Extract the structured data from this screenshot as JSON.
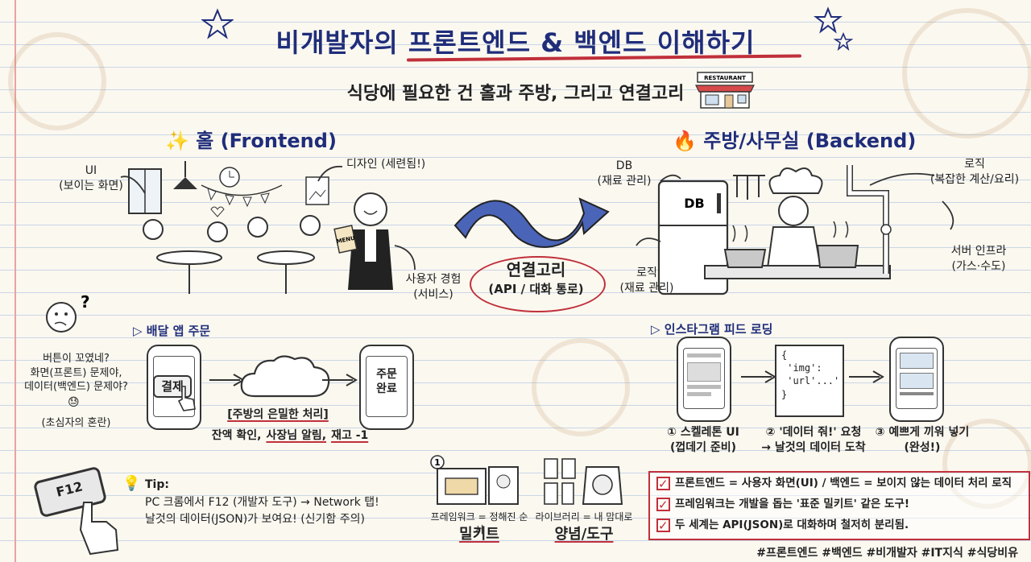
{
  "title": "비개발자의 프론트엔드 & 백엔드 이해하기",
  "subtitle": "식당에 필요한 건 홀과 주방, 그리고 연결고리",
  "restaurant_sign": "RESTAURANT",
  "frontend": {
    "heading": "홀 (Frontend)",
    "ui_label": "UI\n(보이는 화면)",
    "design_label": "디자인 (세련됨!)",
    "ux_label": "사용자 경험\n(서비스)",
    "menu_text": "MENU"
  },
  "backend": {
    "heading": "주방/사무실 (Backend)",
    "db_label": "DB\n(재료 관리)",
    "fridge_text": "DB",
    "logic_top_label": "로직\n(복잡한 계산/요리)",
    "logic_left_label": "로직\n(재료 관리)",
    "infra_label": "서버 인프라\n(가스·수도)"
  },
  "connector": {
    "title": "연결고리",
    "subtitle": "(API / 대화 통로)"
  },
  "confused": {
    "text": "버튼이 꼬였네?\n화면(프론트) 문제야,\n데이터(백엔드) 문제야?",
    "caption": "(초심자의 혼란)"
  },
  "delivery": {
    "heading": "배달 앱 주문",
    "pay_button": "결제",
    "done_text": "주문\n완료",
    "secret": "[주방의 은밀한 처리]",
    "steps": [
      "잔액 확인,",
      "사장님 알림,",
      "재고 -1"
    ]
  },
  "instagram": {
    "heading": "인스타그램 피드 로딩",
    "json_text": "{\n 'img':\n 'url'...'\n}",
    "step1": "① 스켈레톤 UI\n(껍데기 준비)",
    "step2": "② '데이터 줘!' 요청\n→ 날것의 데이터 도착",
    "step3": "③ 예쁘게 끼워 넣기\n(완성!)"
  },
  "tip": {
    "key": "F12",
    "heading": "Tip:",
    "line1": "PC 크롬에서 F12 (개발자 도구) → Network 탭!",
    "line2": "날것의 데이터(JSON)가 보여요! (신기함 주의)"
  },
  "framework": {
    "number": "1",
    "caption": "프레임워크 = 정해진 순서",
    "name": "밀키트"
  },
  "library": {
    "caption": "라이브러리 = 내 맘대로",
    "name": "양념/도구"
  },
  "checklist": [
    "프론트엔드 = 사용자 화면(UI) / 백엔드 = 보이지 않는 데이터 처리 로직",
    "프레임워크는 개발을 돕는 '표준 밀키트' 같은 도구!",
    "두 세계는 API(JSON)로 대화하며 철저히 분리됨."
  ],
  "hashtags": "#프론트엔드 #백엔드 #비개발자 #IT지식 #식당비유",
  "colors": {
    "title": "#1f2d7a",
    "accent_red": "#c0303a",
    "arrow_fill": "#4a64b8"
  },
  "icons": [
    "sparkle-icon",
    "fire-icon",
    "star-icon",
    "bulb-icon",
    "cloud-icon",
    "restaurant-icon"
  ]
}
